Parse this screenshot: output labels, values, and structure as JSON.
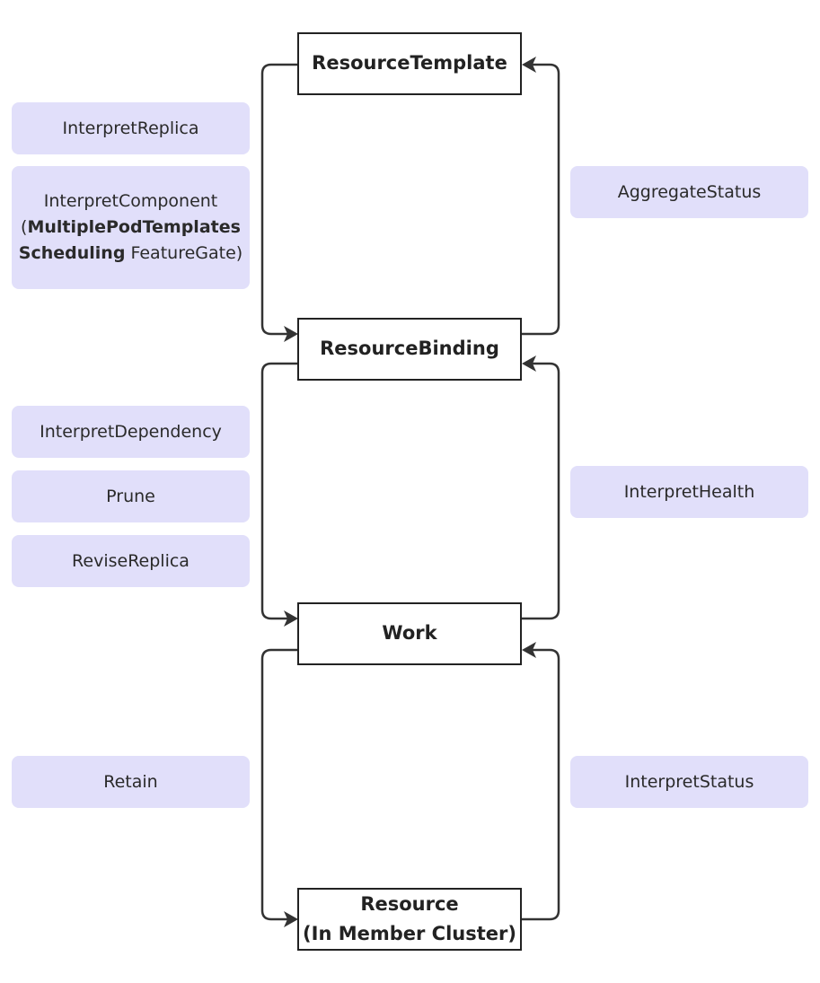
{
  "nodes": {
    "resource_template": "ResourceTemplate",
    "resource_binding": "ResourceBinding",
    "work": "Work",
    "resource_line1": "Resource",
    "resource_line2": "(In Member Cluster)"
  },
  "left_labels": {
    "interpret_replica": "InterpretReplica",
    "interpret_component": {
      "line1": "InterpretComponent",
      "open_paren": "(",
      "bold1": "MultiplePodTemplates",
      "bold2": "Scheduling",
      "rest": " FeatureGate)"
    },
    "interpret_dependency": "InterpretDependency",
    "prune": "Prune",
    "revise_replica": "ReviseReplica",
    "retain": "Retain"
  },
  "right_labels": {
    "aggregate_status": "AggregateStatus",
    "interpret_health": "InterpretHealth",
    "interpret_status": "InterpretStatus"
  },
  "colors": {
    "label_fill": "#e1dffa",
    "stroke": "#333333"
  }
}
